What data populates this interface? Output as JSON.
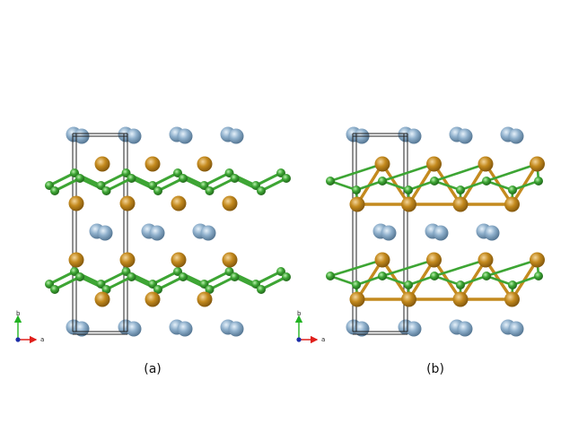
{
  "figure": {
    "panels": [
      {
        "id": "a",
        "caption": "(a)",
        "axis_labels": {
          "x": "a",
          "y": "b"
        }
      },
      {
        "id": "b",
        "caption": "(b)",
        "axis_labels": {
          "x": "a",
          "y": "b"
        }
      }
    ],
    "colors": {
      "atom_blue": "#8fb0cc",
      "atom_orange": "#c48a1e",
      "atom_green": "#3da534",
      "bond_green": "#3da534",
      "cell_line": "#222222",
      "axis_a": "#e0201c",
      "axis_b": "#22b322",
      "axis_c": "#1d2ea8"
    }
  }
}
